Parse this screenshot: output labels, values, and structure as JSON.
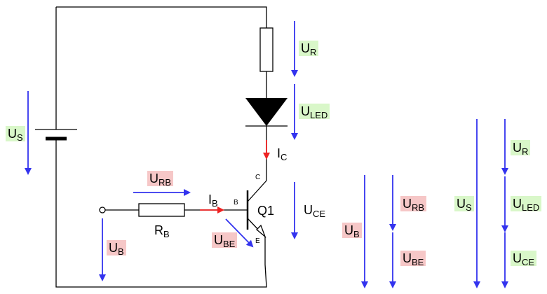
{
  "labels": {
    "us_left": {
      "main": "U",
      "sub": "S"
    },
    "ur_top": {
      "main": "U",
      "sub": "R"
    },
    "uled_top": {
      "main": "U",
      "sub": "LED"
    },
    "ic": {
      "main": "I",
      "sub": "C"
    },
    "urb_top": {
      "main": "U",
      "sub": "RB"
    },
    "ib": {
      "main": "I",
      "sub": "B"
    },
    "rb": {
      "main": "R",
      "sub": "B"
    },
    "ube_mid": {
      "main": "U",
      "sub": "BE"
    },
    "ub_left": {
      "main": "U",
      "sub": "B"
    },
    "uce_mid": {
      "main": "U",
      "sub": "CE"
    },
    "q1": "Q1",
    "pin_c": "C",
    "pin_b": "B",
    "pin_e": "E",
    "ub_right": {
      "main": "U",
      "sub": "B"
    },
    "urb_right": {
      "main": "U",
      "sub": "RB"
    },
    "ube_right": {
      "main": "U",
      "sub": "BE"
    },
    "us_right": {
      "main": "U",
      "sub": "S"
    },
    "ur_right": {
      "main": "U",
      "sub": "R"
    },
    "uled_right": {
      "main": "U",
      "sub": "LED"
    },
    "uce_right": {
      "main": "U",
      "sub": "CE"
    }
  },
  "colors": {
    "wire": "#000000",
    "voltage_arrow": "#3333ee",
    "current_arrow": "#ee2222",
    "highlight_green": "#d9f7c9",
    "highlight_red": "#f6c7c7"
  }
}
